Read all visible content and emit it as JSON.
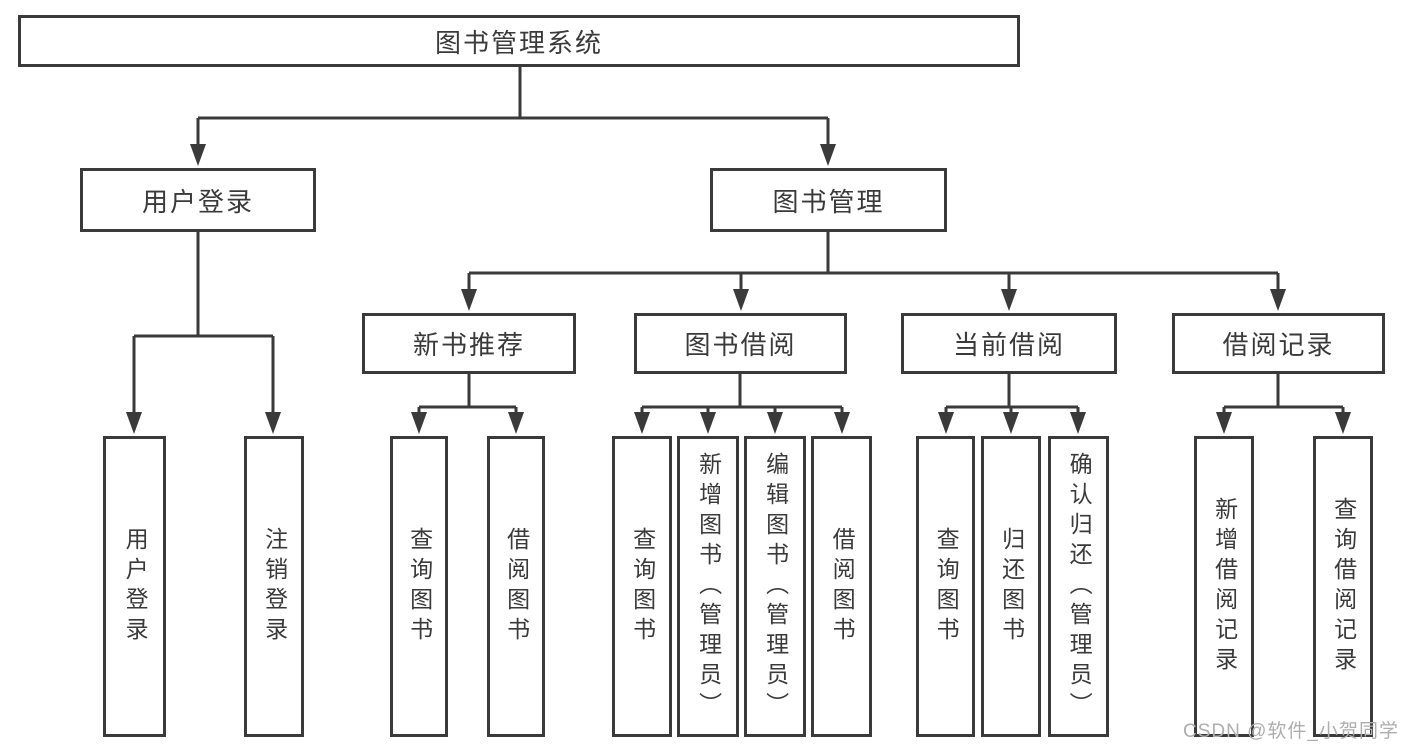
{
  "tree": {
    "label": "图书管理系统",
    "children": [
      {
        "label": "用户登录",
        "children": [
          {
            "label": "用户登录"
          },
          {
            "label": "注销登录"
          }
        ]
      },
      {
        "label": "图书管理",
        "children": [
          {
            "label": "新书推荐",
            "children": [
              {
                "label": "查询图书"
              },
              {
                "label": "借阅图书"
              }
            ]
          },
          {
            "label": "图书借阅",
            "children": [
              {
                "label": "查询图书"
              },
              {
                "label": "新增图书（管理员）"
              },
              {
                "label": "编辑图书（管理员）"
              },
              {
                "label": "借阅图书"
              }
            ]
          },
          {
            "label": "当前借阅",
            "children": [
              {
                "label": "查询图书"
              },
              {
                "label": "归还图书"
              },
              {
                "label": "确认归还（管理员）"
              }
            ]
          },
          {
            "label": "借阅记录",
            "children": [
              {
                "label": "新增借阅记录"
              },
              {
                "label": "查询借阅记录"
              }
            ]
          }
        ]
      }
    ]
  },
  "watermark": {
    "text": "CSDN @软件_小贺同学"
  },
  "colors": {
    "line": "#3a3a3a",
    "text": "#3a3a3a",
    "background": "#ffffff",
    "watermark": "#aeaeae"
  }
}
